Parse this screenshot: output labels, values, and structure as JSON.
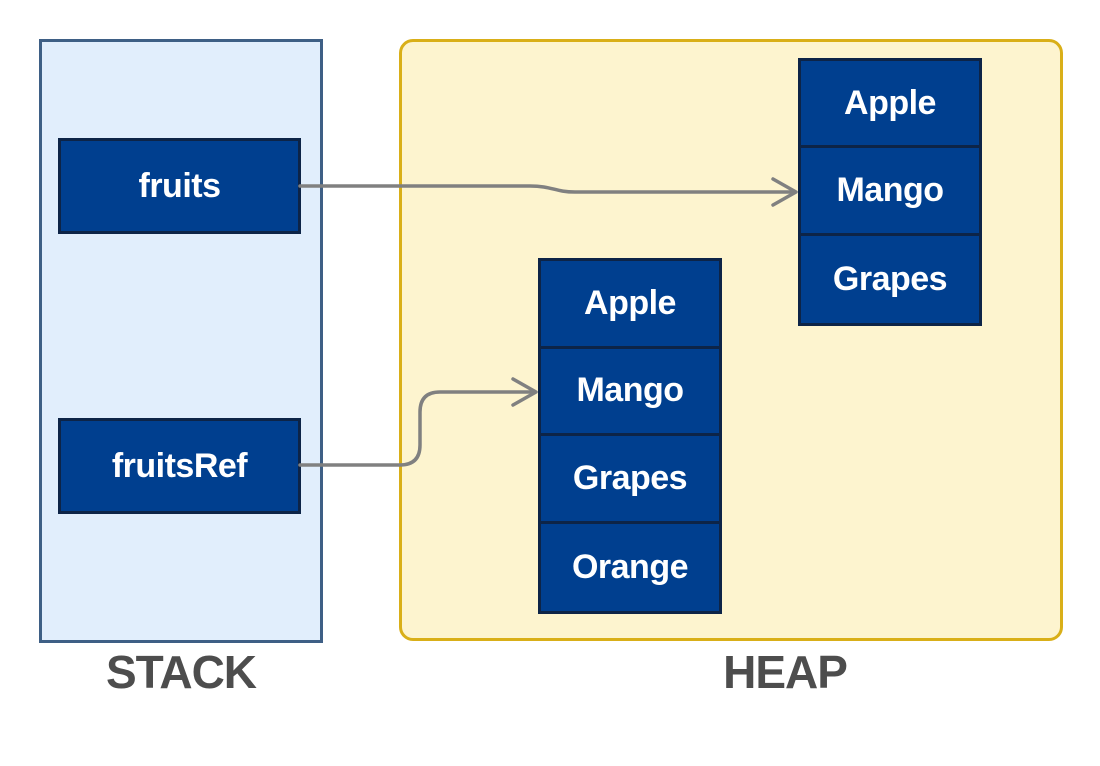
{
  "stack": {
    "label": "STACK",
    "variables": [
      {
        "name": "fruits"
      },
      {
        "name": "fruitsRef"
      }
    ]
  },
  "heap": {
    "label": "HEAP",
    "arrays": [
      {
        "items": [
          "Apple",
          "Mango",
          "Grapes"
        ]
      },
      {
        "items": [
          "Apple",
          "Mango",
          "Grapes",
          "Orange"
        ]
      }
    ]
  },
  "colors": {
    "stack_fill": "#e1eefc",
    "stack_border": "#3e5f85",
    "heap_fill": "#fdf4cf",
    "heap_border": "#d9af18",
    "box_fill": "#003f8f",
    "arrow": "#808080"
  }
}
